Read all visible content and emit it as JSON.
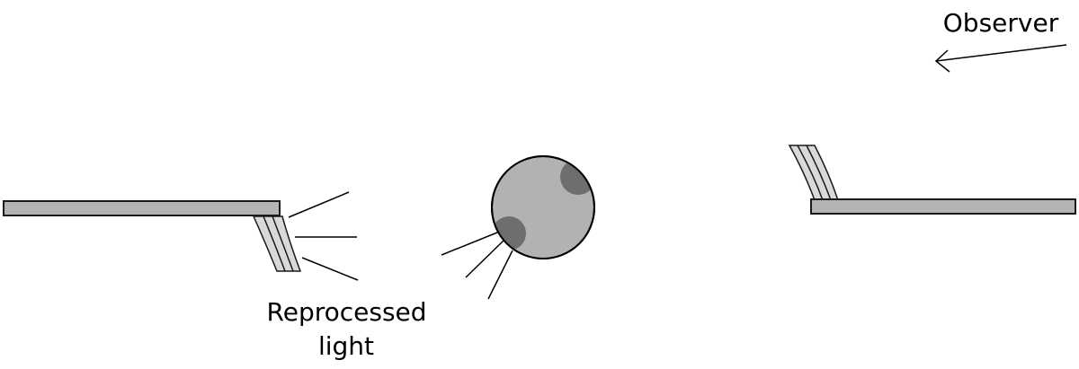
{
  "labels": {
    "observer": "Observer",
    "reprocessed_line1": "Reprocessed",
    "reprocessed_line2": "light"
  },
  "colors": {
    "disk": "#b4b4b4",
    "disk_stroke": "#1a1a1a",
    "flare": "#d9d9d9",
    "star": "#b2b2b2",
    "star_spot": "#6e6e6e",
    "rays": "#000000",
    "background": "#ffffff"
  }
}
